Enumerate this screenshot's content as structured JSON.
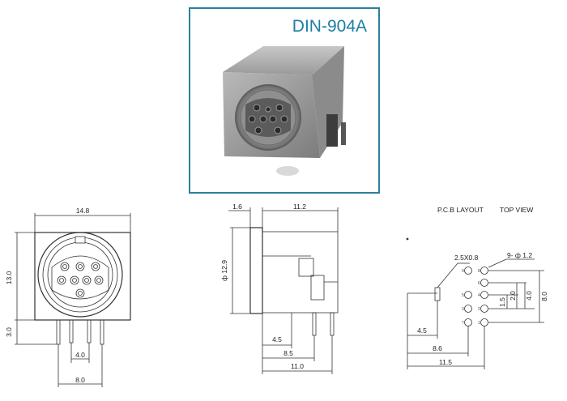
{
  "photo": {
    "model": "DIN-904A"
  },
  "front_view": {
    "width_label": "14.8",
    "height_label": "13.0",
    "lead_length_label": "3.0",
    "pin_pitch_label": "4.0",
    "lead_span_label": "8.0"
  },
  "side_view": {
    "panel_thickness_label": "1.6",
    "depth_label": "11.2",
    "diameter_label": "ф 12.9",
    "lead_offset_label": "4.5",
    "lead_span_label": "8.5",
    "overall_label": "11.0"
  },
  "pcb_layout": {
    "title": "P.C.B LAYOUT",
    "view": "TOP VIEW",
    "slot_label": "2.5X0.8",
    "holes_label": "9- ф 1.2",
    "dim_1_5": "1.5",
    "dim_2_0": "2.0",
    "dim_4_0": "4.0",
    "dim_8_0": "8.0",
    "dim_4_5": "4.5",
    "dim_8_6": "8.6",
    "dim_11_5": "11.5",
    "pin_numbers": [
      "9",
      "8",
      "6",
      "5",
      "4",
      "3",
      "2",
      "1",
      "7"
    ]
  },
  "colors": {
    "frame": "#2a7f99",
    "model_text": "#1d7da3",
    "line": "#333333"
  }
}
